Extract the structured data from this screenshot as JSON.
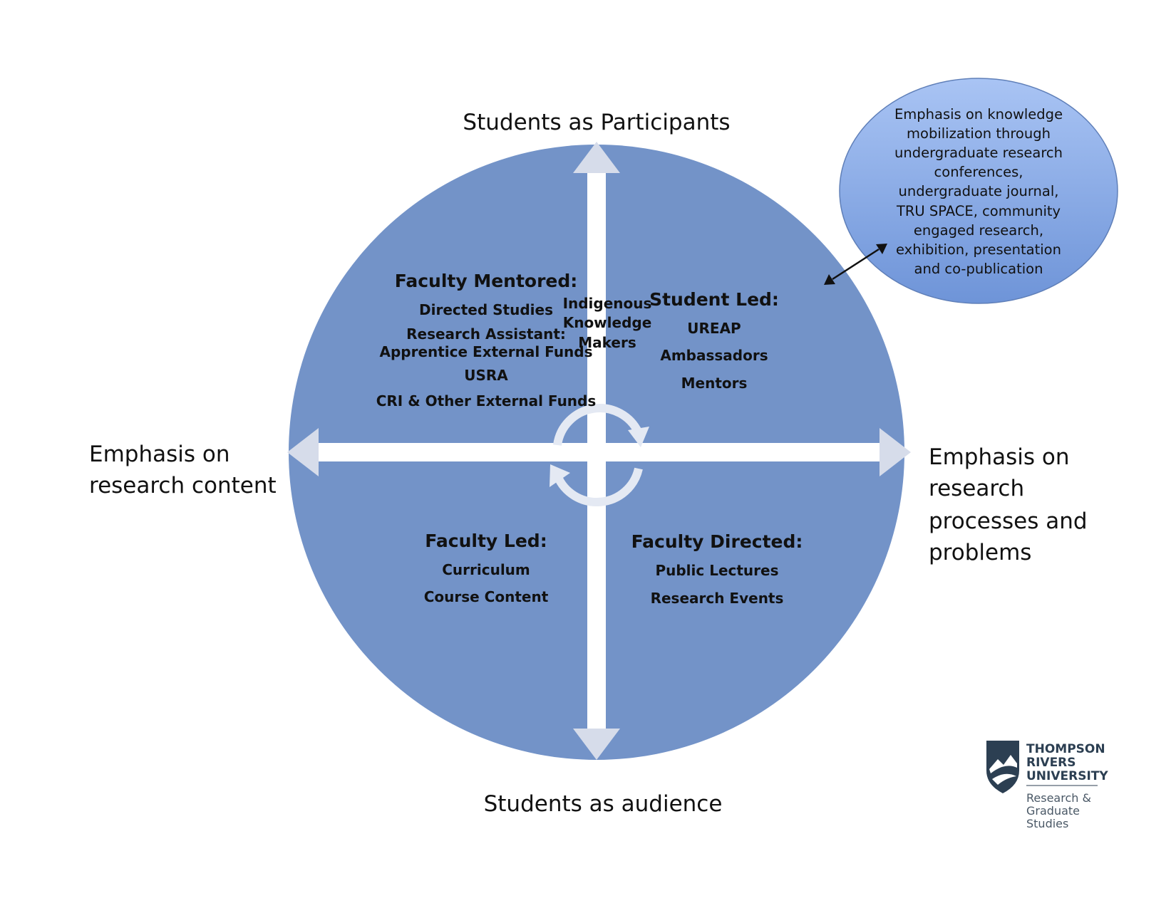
{
  "axes": {
    "top": "Students as Participants",
    "bottom": "Students as audience",
    "left": [
      "Emphasis on",
      "research content"
    ],
    "right": [
      "Emphasis on",
      "research",
      "processes and",
      "problems"
    ]
  },
  "quadrants": {
    "top_left": {
      "heading": "Faculty Mentored:",
      "items": [
        "Directed Studies",
        "Research Assistant:",
        "Apprentice External Funds",
        "USRA",
        "CRI & Other External Funds"
      ]
    },
    "center_top": [
      "Indigenous",
      "Knowledge",
      "Makers"
    ],
    "top_right": {
      "heading": "Student Led:",
      "items": [
        "UREAP",
        "Ambassadors",
        "Mentors"
      ]
    },
    "bottom_left": {
      "heading": "Faculty Led:",
      "items": [
        "Curriculum",
        "Course Content"
      ]
    },
    "bottom_right": {
      "heading": "Faculty Directed:",
      "items": [
        "Public Lectures",
        "Research Events"
      ]
    }
  },
  "callout": {
    "lines": [
      "Emphasis on knowledge",
      "mobilization through",
      "undergraduate research",
      "conferences,",
      "undergraduate journal,",
      "TRU SPACE, community",
      "engaged research,",
      "exhibition, presentation",
      "and co-publication"
    ]
  },
  "logo": {
    "name": [
      "THOMPSON",
      "RIVERS",
      "UNIVERSITY"
    ],
    "unit": [
      "Research &",
      "Graduate",
      "Studies"
    ]
  },
  "colors": {
    "circle": "#7393c8",
    "cross": "#ffffff",
    "arrowhead": "#d6dcea",
    "cycle": "#e4e9f3",
    "bubble_top": "#a9c4f4",
    "bubble_bottom": "#6e94d8",
    "logo": "#2c3f52"
  }
}
